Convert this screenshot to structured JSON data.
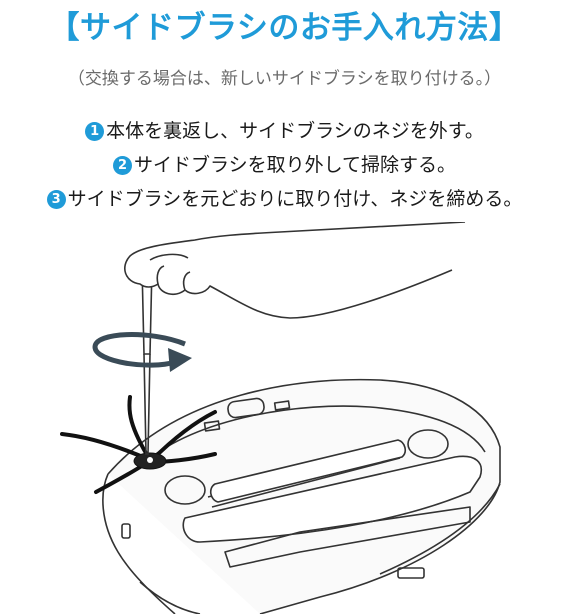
{
  "colors": {
    "accent": "#1f9bd8",
    "line": "#333333",
    "arrow": "#3a4b57"
  },
  "title": "【サイドブラシのお手入れ方法】",
  "subtitle": "（交換する場合は、新しいサイドブラシを取り付ける。）",
  "steps": [
    {
      "number": "1",
      "text": "本体を裏返し、サイドブラシのネジを外す。"
    },
    {
      "number": "2",
      "text": "サイドブラシを取り外して掃除する。"
    },
    {
      "number": "3",
      "text": "サイドブラシを元どおりに取り付け、ネジを締める。"
    }
  ],
  "illustration": {
    "icons": [
      "hand-icon",
      "screwdriver-icon",
      "rotate-arrow-icon",
      "side-brush-icon",
      "robot-vacuum-icon"
    ]
  }
}
